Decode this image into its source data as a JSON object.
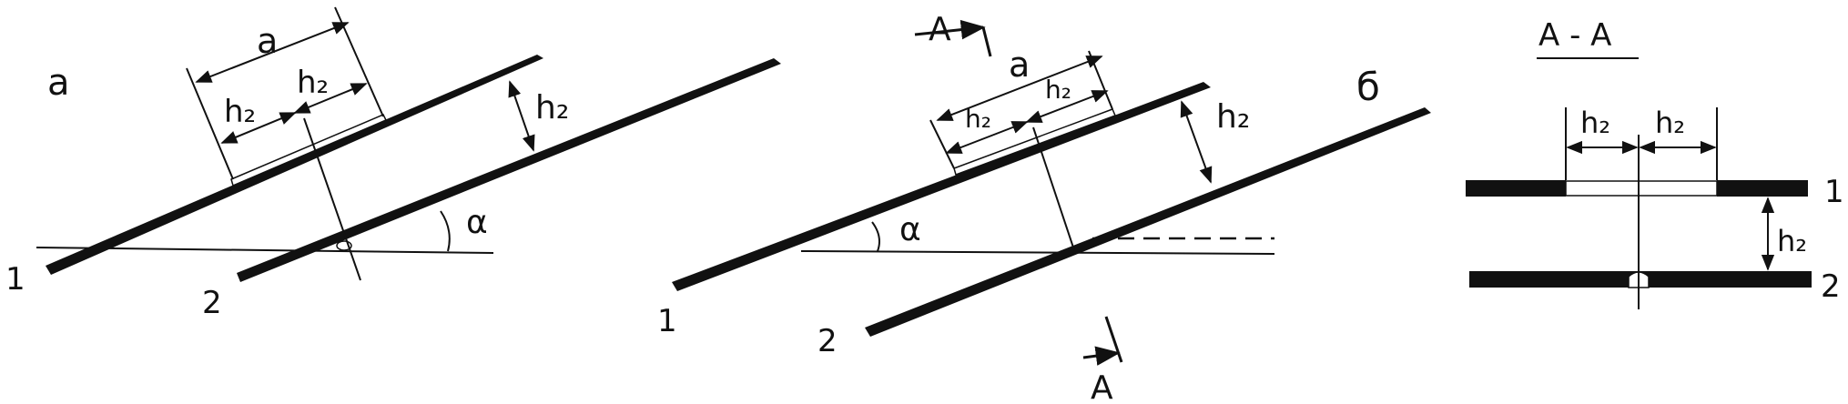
{
  "figure": {
    "panel_a_label": "a",
    "panel_b_label": "б",
    "section_title": "A - A",
    "cut_label": "A",
    "dim_a": "a",
    "dim_h2": "h₂",
    "angle": "α",
    "pipe_1": "1",
    "pipe_2": "2"
  },
  "colors": {
    "ink": "#111111",
    "paper": "#ffffff"
  }
}
